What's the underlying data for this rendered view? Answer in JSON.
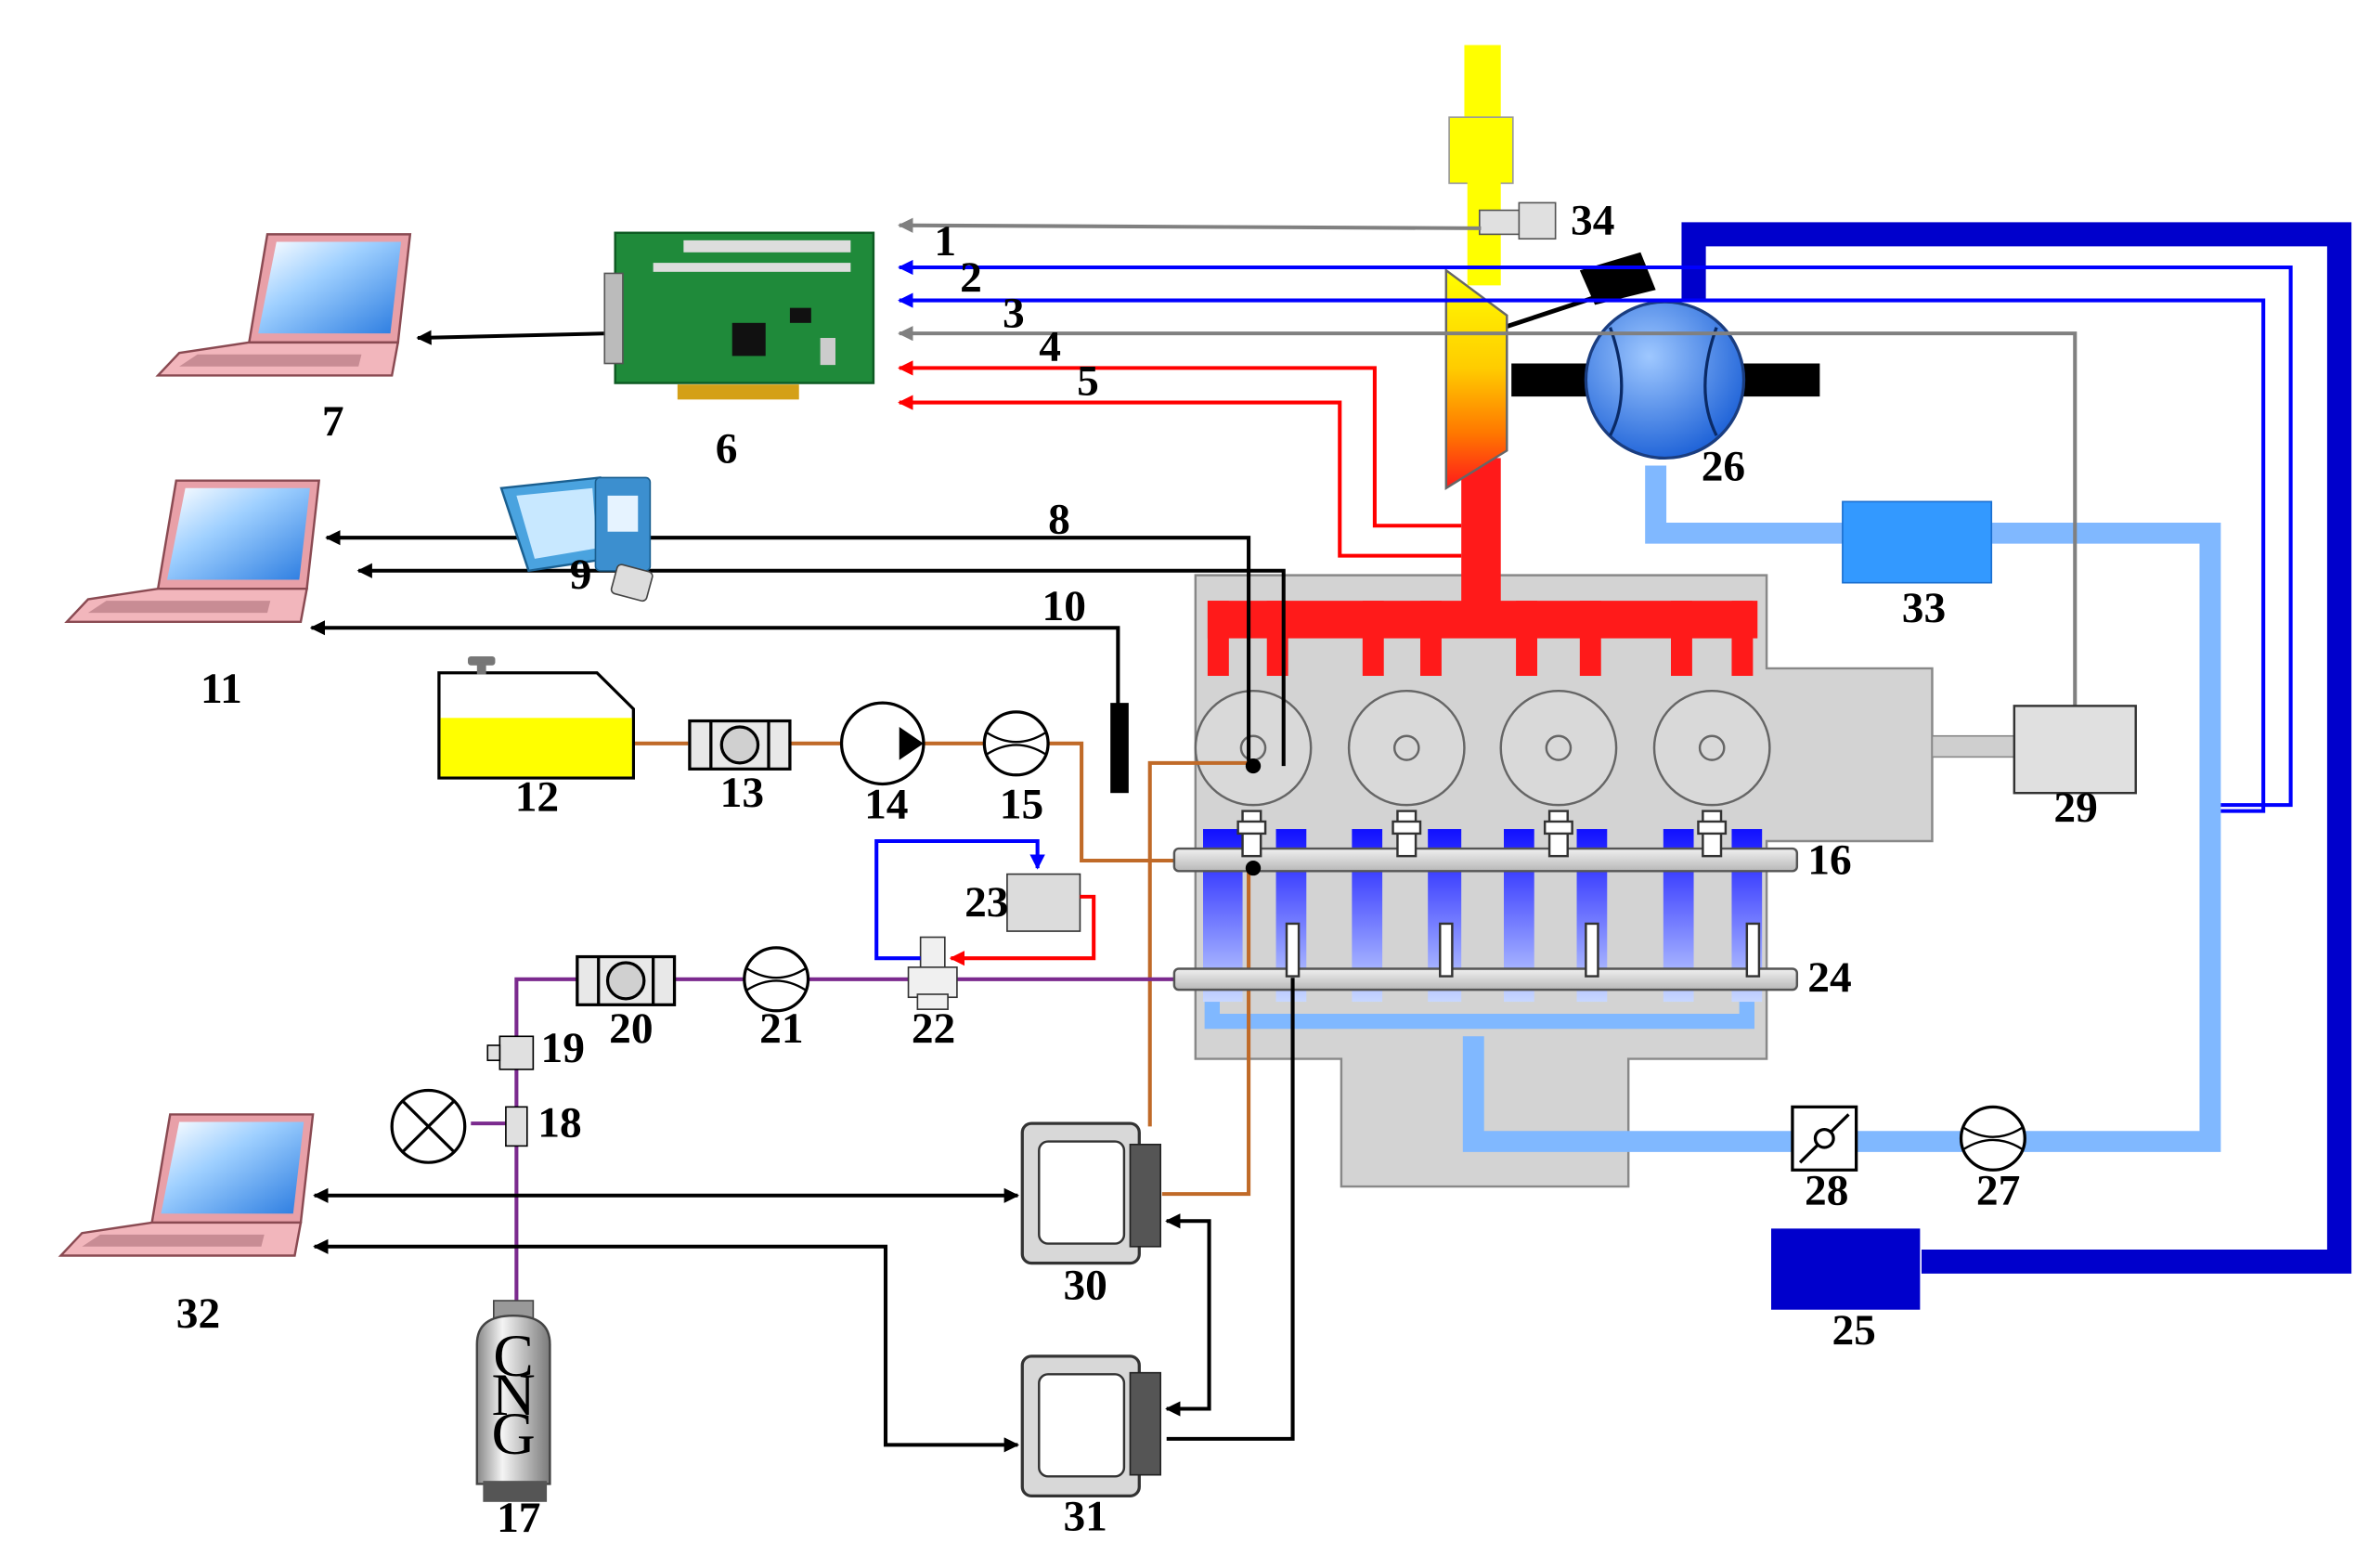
{
  "colors": {
    "exhaust": "#ff1a1a",
    "cooling": "#80b8ff",
    "charge_air": "#0000cc",
    "diesel": "#c06a28",
    "cng_line": "#7b2a8e",
    "signal_gray": "#808080",
    "signal_blue": "#0000ff",
    "signal_red": "#ff0000",
    "fuel": "#ffff00",
    "engine_block": "#d3d3d3"
  },
  "signal_labels": [
    "1",
    "2",
    "3",
    "4",
    "5",
    "8",
    "9",
    "10"
  ],
  "components": {
    "daq_card": "6",
    "laptop_daq": "7",
    "kistler_unit": "9",
    "laptop_combustion": "11",
    "fuel_tank": "12",
    "fuel_filter": "13",
    "fuel_pump": "14",
    "fuel_flowmeter": "15",
    "diesel_rail": "16",
    "cng_tank": "17",
    "pressure_gauge_valve": "18",
    "shutoff_valve": "19",
    "cng_filter": "20",
    "cng_flowmeter": "21",
    "pressure_regulator": "22",
    "heat_exchanger": "23",
    "cng_rail": "24",
    "intercooler_box": "25",
    "turbocharger": "26",
    "coolant_flowmeter": "27",
    "thermostat": "28",
    "dynamometer": "29",
    "ecu_diesel": "30",
    "ecu_cng": "31",
    "laptop_ecu": "32",
    "radiator": "33",
    "exhaust_sensor": "34"
  },
  "cng_text": [
    "C",
    "N",
    "G"
  ]
}
